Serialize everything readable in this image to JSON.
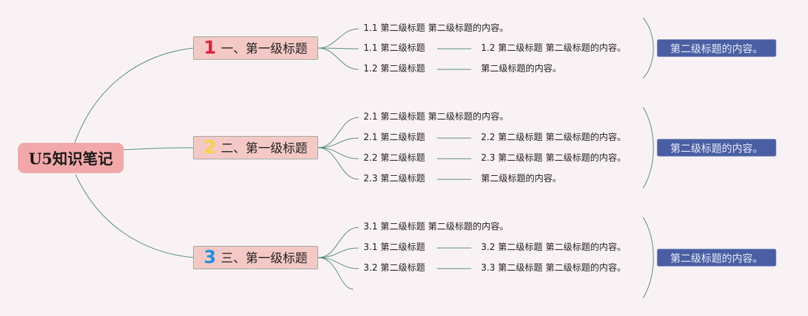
{
  "root": {
    "label": "U5知识笔记"
  },
  "branches": [
    {
      "badge": "1",
      "badge_color": "#e0213a",
      "label": "一、第一级标题"
    },
    {
      "badge": "2",
      "badge_color": "#f5d442",
      "label": "二、第一级标题"
    },
    {
      "badge": "3",
      "badge_color": "#1f8fe0",
      "label": "三、第一级标题"
    }
  ],
  "branch1": {
    "item1": "1.1 第二级标题 第二级标题的内容。",
    "item2": "1.1 第二级标题",
    "item2_detail": "1.2 第二级标题 第二级标题的内容。",
    "item3": "1.2 第二级标题",
    "item3_detail": "第二级标题的内容。",
    "summary": "第二级标题的内容。"
  },
  "branch2": {
    "item1": "2.1 第二级标题 第二级标题的内容。",
    "item2": "2.1 第二级标题",
    "item2_detail": "2.2 第二级标题 第二级标题的内容。",
    "item3": "2.2 第二级标题",
    "item3_detail": "2.3 第二级标题 第二级标题的内容。",
    "item4": "2.3 第二级标题",
    "item4_detail": "第二级标题的内容。",
    "summary": "第二级标题的内容。"
  },
  "branch3": {
    "item1": "3.1 第二级标题 第二级标题的内容。",
    "item2": "3.1 第二级标题",
    "item2_detail": "3.2 第二级标题 第二级标题的内容。",
    "item3": "3.2 第二级标题",
    "item3_detail": "3.3 第二级标题 第二级标题的内容。",
    "summary": "第二级标题的内容。"
  },
  "colors": {
    "connector": "#4f8a78",
    "background": "#f9f2f4"
  }
}
